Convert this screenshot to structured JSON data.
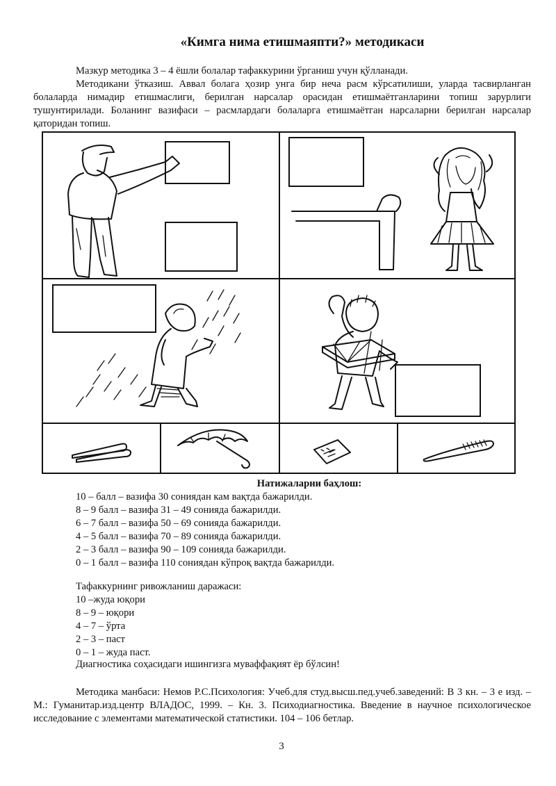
{
  "title": "«Кимга нима етишмаяпти?»  методикаси",
  "paragraph1": "Мазкур методика 3 – 4 ёшли болалар тафаккурини ўрганиш учун қўлланади.",
  "paragraph2": "Методикани ўтказиш. Аввал болага ҳозир унга бир неча расм кўрсатилиши, уларда тасвирланган болаларда нимадир етишмаслиги, берилган нарсалар орасидан етишмаётганларини топиш зарурлиги тушунтирилади. Боланинг вазифаси – расмлардаги болаларга етишмаётган нарсаларни берилган нарсалар қаторидан топиш.",
  "results_title": "Натижаларни баҳлош:",
  "scores": [
    "10 – балл – вазифа 30 сониядан кам вақтда бажарилди.",
    "8 – 9 балл – вазифа 31 – 49 сонияда бажарилди.",
    "6 – 7 балл – вазифа 50 – 69 сонияда бажарилди.",
    "4 – 5 балл – вазифа 70 – 89 сонияда бажарилди.",
    "2 – 3 балл – вазифа 90 – 109 сонияда бажарилди.",
    "0 – 1 балл – вазифа 110 сониядан кўпроқ вақтда бажарилди."
  ],
  "levels_heading": "Тафаккурнинг ривожланиш даражаси:",
  "levels": [
    "10 –жуда юқори",
    "8 – 9 – юқори",
    "4 – 7 – ўрта",
    "2 – 3 – паст",
    "0 – 1 – жуда паст."
  ],
  "wish": "Диагностика соҳасидаги ишингизга муваффақият ёр бўлсин!",
  "source": "Методика манбаси: Немов Р.С.Психология: Учеб.для студ.высш.пед.учеб.заведений: В 3 кн. – 3 е изд. – М.: Гуманитар.изд.центр ВЛАДОС, 1999. – Кн. 3. Психодиагностика. Введение в научное психологическое исследование с элементами математической статистики. 104 – 106 бетлар.",
  "page_number": "3",
  "figure": {
    "panels": [
      "boy-reaching-box",
      "girl-with-messy-hair",
      "child-in-rain",
      "boy-with-drum"
    ],
    "items": [
      "drumsticks",
      "umbrella",
      "ticket",
      "comb"
    ]
  }
}
